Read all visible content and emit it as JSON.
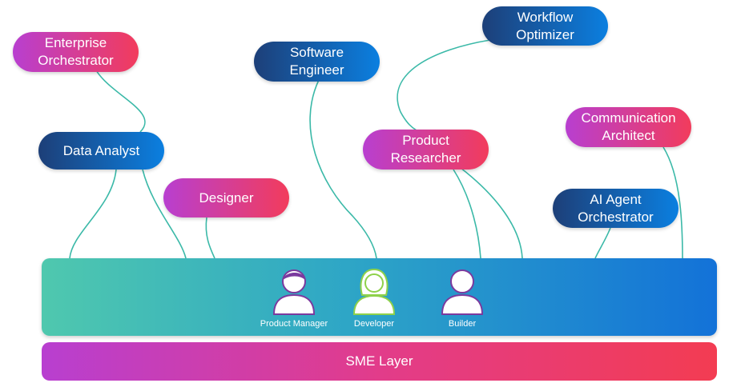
{
  "roles": {
    "enterprise_orchestrator": "Enterprise\nOrchestrator",
    "data_analyst": "Data Analyst",
    "designer": "Designer",
    "software_engineer": "Software\nEngineer",
    "workflow_optimizer": "Workflow\nOptimizer",
    "product_researcher": "Product\nResearcher",
    "communication_architect": "Communication\nArchitect",
    "ai_agent_orchestrator": "AI Agent\nOrchestrator"
  },
  "personas": {
    "product_manager": "Product Manager",
    "developer": "Developer",
    "builder": "Builder"
  },
  "sme_layer": "SME Layer",
  "colors": {
    "pink_start": "#b83fd0",
    "pink_end": "#f23c5c",
    "blue_start": "#1d3f78",
    "blue_end": "#0b7fe0",
    "connector": "#3bb9a8",
    "platform_start": "#4fc8ae",
    "platform_end": "#1372d8"
  }
}
